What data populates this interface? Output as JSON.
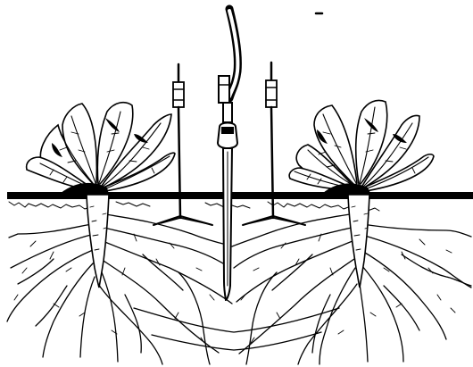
{
  "colors": {
    "ink": "#000000",
    "paper": "#ffffff"
  },
  "scene": {
    "plants": [
      "left-beet-plant",
      "right-beet-plant"
    ],
    "stakes": [
      "left-stake-device",
      "right-stake-device"
    ],
    "probe": "center-injection-probe"
  }
}
